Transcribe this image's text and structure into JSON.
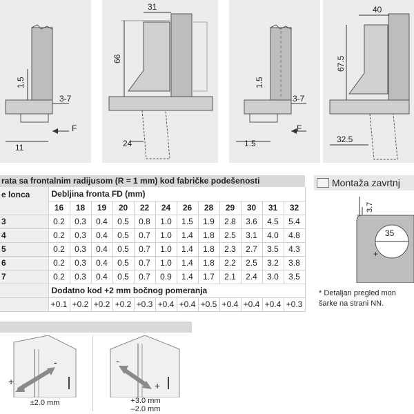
{
  "top_diagrams": [
    {
      "dims": [
        "1.5",
        "3-7",
        "11"
      ],
      "label_f": "F"
    },
    {
      "dims": [
        "31",
        "66",
        "24"
      ]
    },
    {
      "dims": [
        "1.5",
        "3-7",
        "1.5"
      ],
      "label_f": "F"
    },
    {
      "dims": [
        "40",
        "67.5",
        "32.5"
      ]
    }
  ],
  "gap_table": {
    "title": "rata sa frontalnim radijusom (R = 1 mm) kod fabričke podešenosti",
    "row_header": "e lonca",
    "fd_header": "Debljina fronta FD (mm)",
    "columns": [
      "16",
      "18",
      "19",
      "20",
      "22",
      "24",
      "26",
      "28",
      "29",
      "30",
      "31",
      "32"
    ],
    "rows": [
      {
        "label": "3",
        "values": [
          "0.2",
          "0.3",
          "0.4",
          "0.5",
          "0.8",
          "1.0",
          "1.5",
          "1.9",
          "2.8",
          "3.6",
          "4.5",
          "5.4"
        ]
      },
      {
        "label": "4",
        "values": [
          "0.2",
          "0.3",
          "0.4",
          "0.5",
          "0.7",
          "1.0",
          "1.4",
          "1.8",
          "2.5",
          "3.1",
          "4.0",
          "4.8"
        ]
      },
      {
        "label": "5",
        "values": [
          "0.2",
          "0.3",
          "0.4",
          "0.5",
          "0.7",
          "1.0",
          "1.4",
          "1.8",
          "2.3",
          "2.7",
          "3.5",
          "4.3"
        ]
      },
      {
        "label": "6",
        "values": [
          "0.2",
          "0.3",
          "0.4",
          "0.5",
          "0.7",
          "1.0",
          "1.4",
          "1.8",
          "2.2",
          "2.5",
          "3.2",
          "3.8"
        ]
      },
      {
        "label": "7",
        "values": [
          "0.2",
          "0.3",
          "0.4",
          "0.5",
          "0.7",
          "0.9",
          "1.4",
          "1.7",
          "2.1",
          "2.4",
          "3.0",
          "3.5"
        ]
      }
    ],
    "extra_header": "Dodatno kod +2 mm bočnog pomeranja",
    "extra_values": [
      "+0.1",
      "+0.2",
      "+0.2",
      "+0.2",
      "+0.3",
      "+0.4",
      "+0.4",
      "+0.5",
      "+0.4",
      "+0.4",
      "+0.4",
      "+0.3"
    ]
  },
  "mounting": {
    "title": "Montaža zavrtnj",
    "dim_vertical": "3.7",
    "dim_circle": "35",
    "note_line1": "* Detaljan pregled mon",
    "note_line2": "šarke na strani NN."
  },
  "adjustments": [
    {
      "caption1": "±2.0 mm",
      "plus": "+",
      "minus": "-"
    },
    {
      "caption1": "+3.0 mm",
      "caption2": "–2.0 mm",
      "plus": "+",
      "minus": "-"
    }
  ]
}
